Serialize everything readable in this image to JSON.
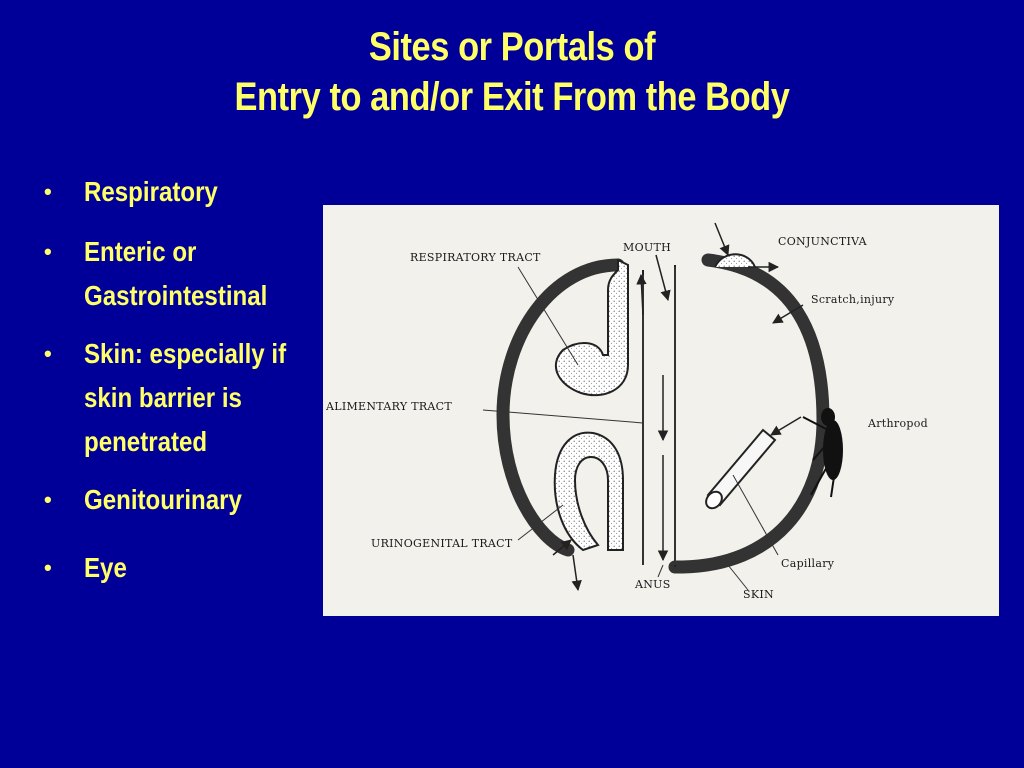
{
  "slide": {
    "title_line1": "Sites or Portals of",
    "title_line2": "Entry to and/or Exit From the Body",
    "colors": {
      "background": "#000099",
      "text": "#FFFF66"
    }
  },
  "bullets": [
    {
      "text": "Respiratory"
    },
    {
      "text": " Enteric or\nGastrointestinal"
    },
    {
      "text": "Skin: especially if\nskin barrier is\npenetrated"
    },
    {
      "text": "Genitourinary"
    },
    {
      "text": "Eye"
    }
  ],
  "diagram": {
    "labels": {
      "respiratory_tract": "RESPIRATORY TRACT",
      "mouth": "MOUTH",
      "conjunctiva": "CONJUNCTIVA",
      "scratch_injury": "Scratch,injury",
      "alimentary_tract": "ALIMENTARY TRACT",
      "arthropod": "Arthropod",
      "urinogenital_tract": "URINOGENITAL TRACT",
      "capillary": "Capillary",
      "anus": "ANUS",
      "skin": "SKIN"
    }
  }
}
